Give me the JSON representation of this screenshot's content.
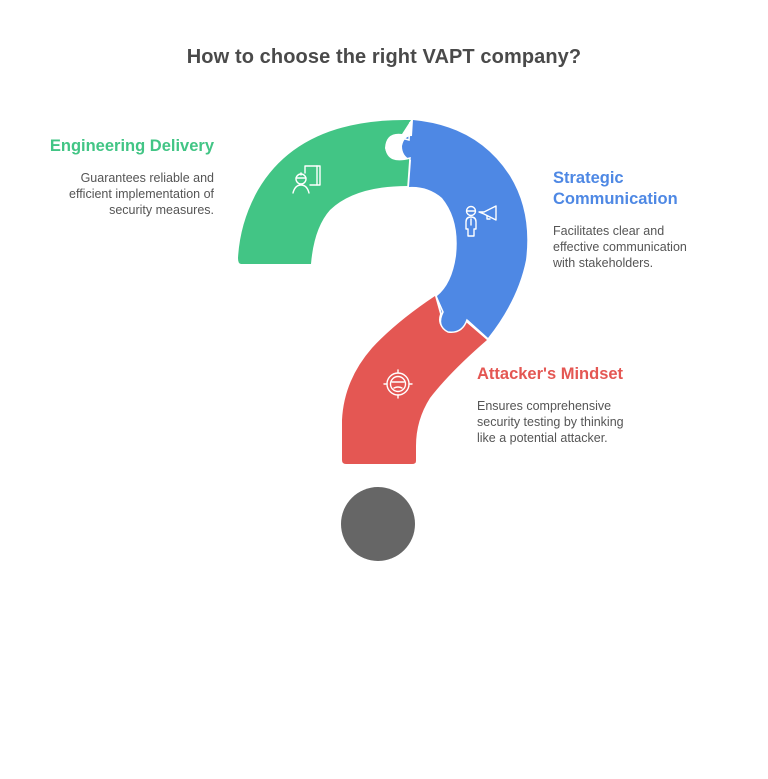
{
  "title": "How to choose the right VAPT company?",
  "colors": {
    "green": "#42c585",
    "blue": "#4e88e4",
    "red": "#e45753",
    "dot": "#666666",
    "title": "#4a4a4a",
    "desc": "#555555"
  },
  "segments": [
    {
      "id": "engineering-delivery",
      "heading": "Engineering Delivery",
      "description_lines": [
        "Guarantees reliable and",
        "efficient implementation of",
        "security measures."
      ],
      "icon": "engineer-blueprint-icon",
      "color": "#42c585"
    },
    {
      "id": "strategic-communication",
      "heading_lines": [
        "Strategic",
        "Communication"
      ],
      "description_lines": [
        "Facilitates clear and",
        "effective communication",
        "with stakeholders."
      ],
      "icon": "person-megaphone-icon",
      "color": "#4e88e4"
    },
    {
      "id": "attackers-mindset",
      "heading": "Attacker's Mindset",
      "description_lines": [
        "Ensures comprehensive",
        "security testing by thinking",
        "like a potential attacker."
      ],
      "icon": "hacker-crosshair-icon",
      "color": "#e45753"
    }
  ]
}
